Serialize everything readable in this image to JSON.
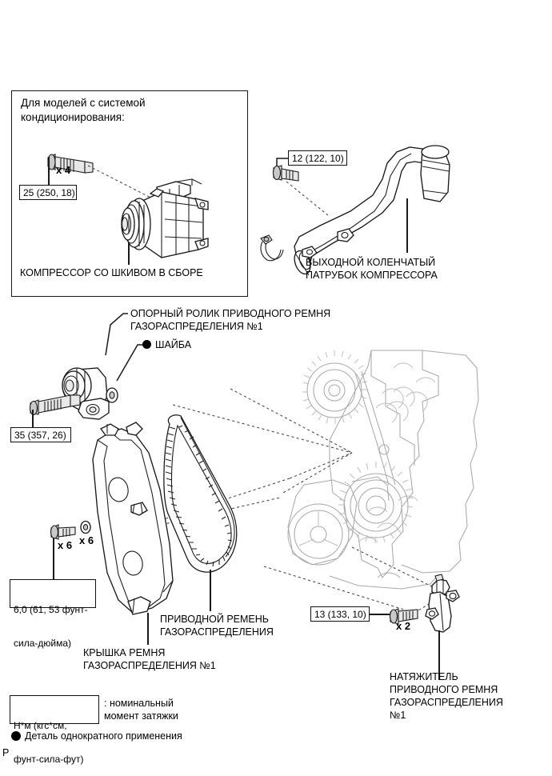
{
  "page": {
    "footer_mark": "P"
  },
  "ac_box": {
    "note_line1": "Для моделей с системой",
    "note_line2": "кондиционирования:",
    "torque_bolt": "25 (250, 18)",
    "qty_bolt": "x 4",
    "part_label": "КОМПРЕССОР СО ШКИВОМ В СБОРЕ"
  },
  "outlet_pipe": {
    "torque_bolt": "12 (122, 10)",
    "label_line1": "ВЫХОДНОЙ КОЛЕНЧАТЫЙ",
    "label_line2": "ПАТРУБОК КОМПРЕССОРА"
  },
  "idler": {
    "label_line1": "ОПОРНЫЙ РОЛИК ПРИВОДНОГО РЕМНЯ",
    "label_line2": "ГАЗОРАСПРЕДЕЛЕНИЯ №1",
    "washer_label": "ШАЙБА",
    "torque_bolt": "35 (357, 26)"
  },
  "timing_cover": {
    "qty_bolt": "x 6",
    "qty_washer": "x 6",
    "torque_line1": "6,0 (61, 53 фунт-",
    "torque_line2": "сила-дюйма)",
    "label_line1": "КРЫШКА РЕМНЯ",
    "label_line2": "ГАЗОРАСПРЕДЕЛЕНИЯ №1"
  },
  "timing_belt": {
    "label_line1": "ПРИВОДНОЙ РЕМЕНЬ",
    "label_line2": "ГАЗОРАСПРЕДЕЛЕНИЯ"
  },
  "tensioner": {
    "torque_bolt": "13 (133, 10)",
    "qty_bolt": "x 2",
    "label_line1": "НАТЯЖИТЕЛЬ",
    "label_line2": "ПРИВОДНОГО РЕМНЯ",
    "label_line3": "ГАЗОРАСПРЕДЕЛЕНИЯ",
    "label_line4": "№1"
  },
  "legend": {
    "torque_key_line1": "Н*м (кгс*см,",
    "torque_key_line2": "фунт-сила-фут)",
    "torque_key_desc_line1": ": номинальный",
    "torque_key_desc_line2": "момент затяжки",
    "single_use_desc": "Деталь однократного применения"
  }
}
